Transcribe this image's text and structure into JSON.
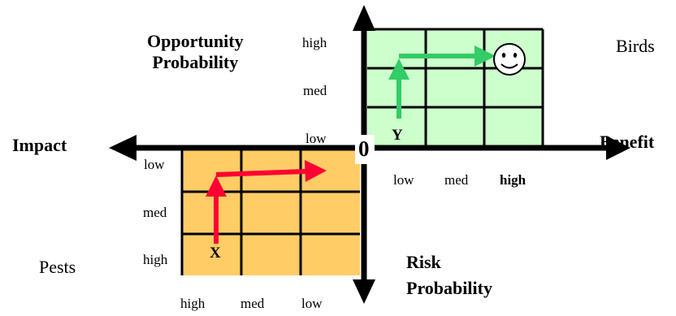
{
  "diagram": {
    "colors": {
      "opportunity_grid": "#ccffcc",
      "risk_grid": "#ffcc66",
      "green_arrow": "#33cc66",
      "red_arrow": "#ff0033",
      "axis": "#000000"
    },
    "opportunity": {
      "title_line1": "Opportunity",
      "title_line2": "Probability",
      "probability_levels": [
        "high",
        "med",
        "low"
      ],
      "benefit_levels": [
        "low",
        "med",
        "high"
      ],
      "benefit_axis_label": "Benefit",
      "group_label": "Birds",
      "start_marker": "Y",
      "goal_icon": "smiley-face-icon"
    },
    "risk": {
      "title_line1": "Risk",
      "title_line2": "Probability",
      "probability_levels": [
        "low",
        "med",
        "high"
      ],
      "impact_levels": [
        "high",
        "med",
        "low"
      ],
      "impact_axis_label": "Impact",
      "group_label": "Pests",
      "start_marker": "X"
    },
    "origin_label": "0"
  }
}
